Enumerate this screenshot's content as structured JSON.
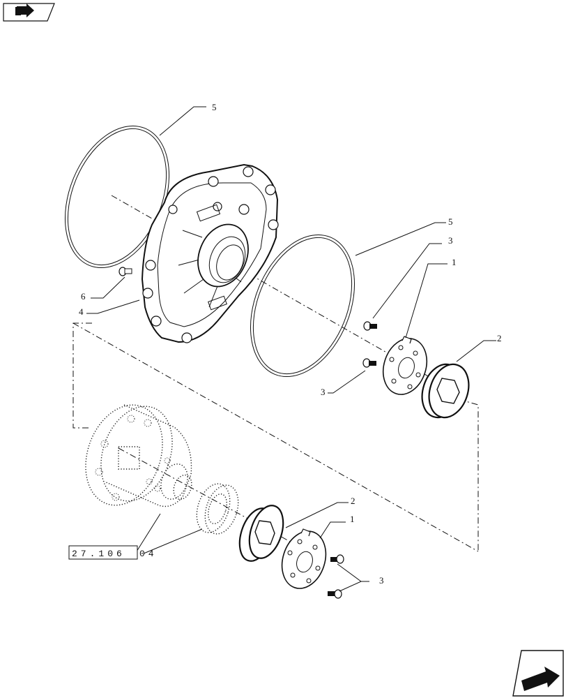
{
  "diagram": {
    "callouts": [
      {
        "id": "5-top",
        "text": "5"
      },
      {
        "id": "5-right",
        "text": "5"
      },
      {
        "id": "3-upper",
        "text": "3"
      },
      {
        "id": "1-upper",
        "text": "1"
      },
      {
        "id": "2-upper",
        "text": "2"
      },
      {
        "id": "6",
        "text": "6"
      },
      {
        "id": "4",
        "text": "4"
      },
      {
        "id": "3-mid",
        "text": "3"
      },
      {
        "id": "2-lower",
        "text": "2"
      },
      {
        "id": "1-lower",
        "text": "1"
      },
      {
        "id": "3-lower",
        "text": "3"
      }
    ],
    "reference_box": "27.106",
    "reference_suffix": "04"
  },
  "icons": {
    "top_nav": "book-arrow-icon",
    "bottom_nav": "next-page-arrow-icon"
  }
}
